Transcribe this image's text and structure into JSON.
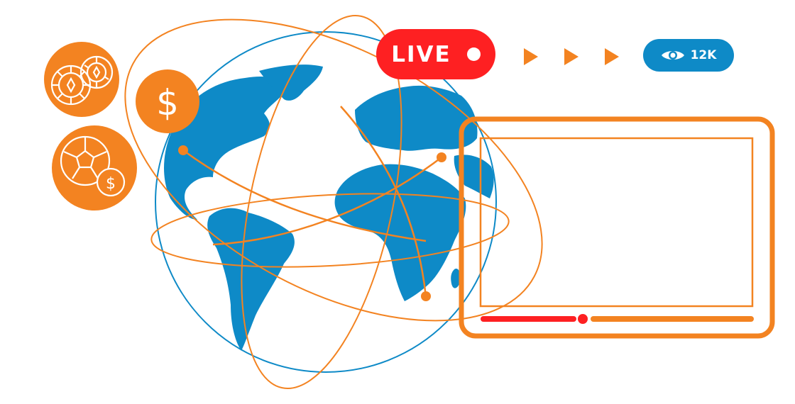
{
  "live_badge": {
    "label": "LIVE",
    "icon": "record-dot-icon",
    "color": "#fe2022"
  },
  "playback_controls": {
    "icons": [
      "play-icon",
      "play-icon",
      "play-icon"
    ],
    "color": "#f38321"
  },
  "views_badge": {
    "icon": "eye-icon",
    "count": "12K",
    "color": "#0e8ac7"
  },
  "icons": {
    "casino_chips": "casino-chips-icon",
    "dollar": "dollar-icon",
    "soccer_bet": "soccer-ball-dollar-icon"
  },
  "colors": {
    "orange": "#f38321",
    "blue": "#0e8ac7",
    "red": "#fe2022"
  },
  "video_player": {
    "progress_percent": 38
  }
}
